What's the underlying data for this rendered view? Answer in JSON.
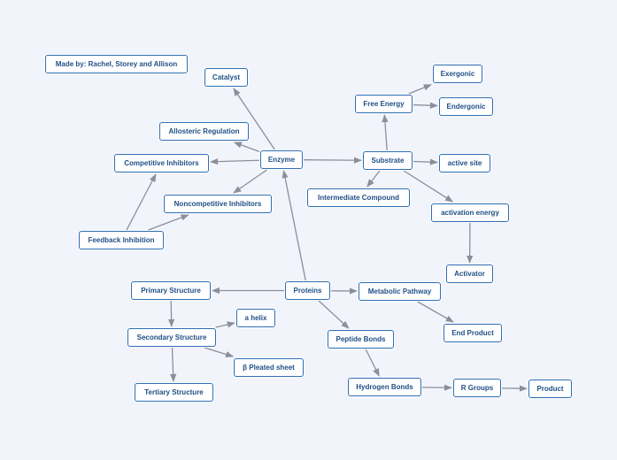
{
  "diagram": {
    "colors": {
      "node_border": "#2f6fb3",
      "node_text": "#1f4f86",
      "edge": "#8a8f99",
      "background": "#f2f4fb"
    },
    "nodes": {
      "credit": "Made by: Rachel, Storey and Allison",
      "catalyst": "Catalyst",
      "allosteric": "Allosteric Regulation",
      "competitive": "Competitive Inhibitors",
      "enzyme": "Enzyme",
      "noncompetitive": "Noncompetitive Inhibitors",
      "feedback": "Feedback Inhibition",
      "free_energy": "Free Energy",
      "exergonic": "Exergonic",
      "endergonic": "Endergonic",
      "substrate": "Substrate",
      "active_site": "active site",
      "intermediate": "Intermediate Compound",
      "activation_energy": "activation energy",
      "activator": "Activator",
      "primary": "Primary Structure",
      "proteins": "Proteins",
      "metabolic": "Metabolic Pathway",
      "a_helix": "a helix",
      "secondary": "Secondary Structure",
      "end_product": "End Product",
      "peptide": "Peptide Bonds",
      "pleated": "β Pleated sheet",
      "tertiary": "Tertiary Structure",
      "hydrogen": "Hydrogen Bonds",
      "r_groups": "R Groups",
      "product": "Product"
    },
    "edges": [
      [
        "enzyme",
        "catalyst"
      ],
      [
        "enzyme",
        "allosteric"
      ],
      [
        "enzyme",
        "competitive"
      ],
      [
        "enzyme",
        "noncompetitive"
      ],
      [
        "enzyme",
        "substrate"
      ],
      [
        "feedback",
        "competitive"
      ],
      [
        "feedback",
        "noncompetitive"
      ],
      [
        "substrate",
        "free_energy"
      ],
      [
        "free_energy",
        "exergonic"
      ],
      [
        "free_energy",
        "endergonic"
      ],
      [
        "substrate",
        "active_site"
      ],
      [
        "substrate",
        "intermediate"
      ],
      [
        "substrate",
        "activation_energy"
      ],
      [
        "activation_energy",
        "activator"
      ],
      [
        "proteins",
        "enzyme"
      ],
      [
        "proteins",
        "primary"
      ],
      [
        "proteins",
        "metabolic"
      ],
      [
        "proteins",
        "peptide"
      ],
      [
        "metabolic",
        "end_product"
      ],
      [
        "primary",
        "secondary"
      ],
      [
        "secondary",
        "a_helix"
      ],
      [
        "secondary",
        "pleated"
      ],
      [
        "secondary",
        "tertiary"
      ],
      [
        "peptide",
        "hydrogen"
      ],
      [
        "hydrogen",
        "r_groups"
      ],
      [
        "r_groups",
        "product"
      ]
    ]
  }
}
